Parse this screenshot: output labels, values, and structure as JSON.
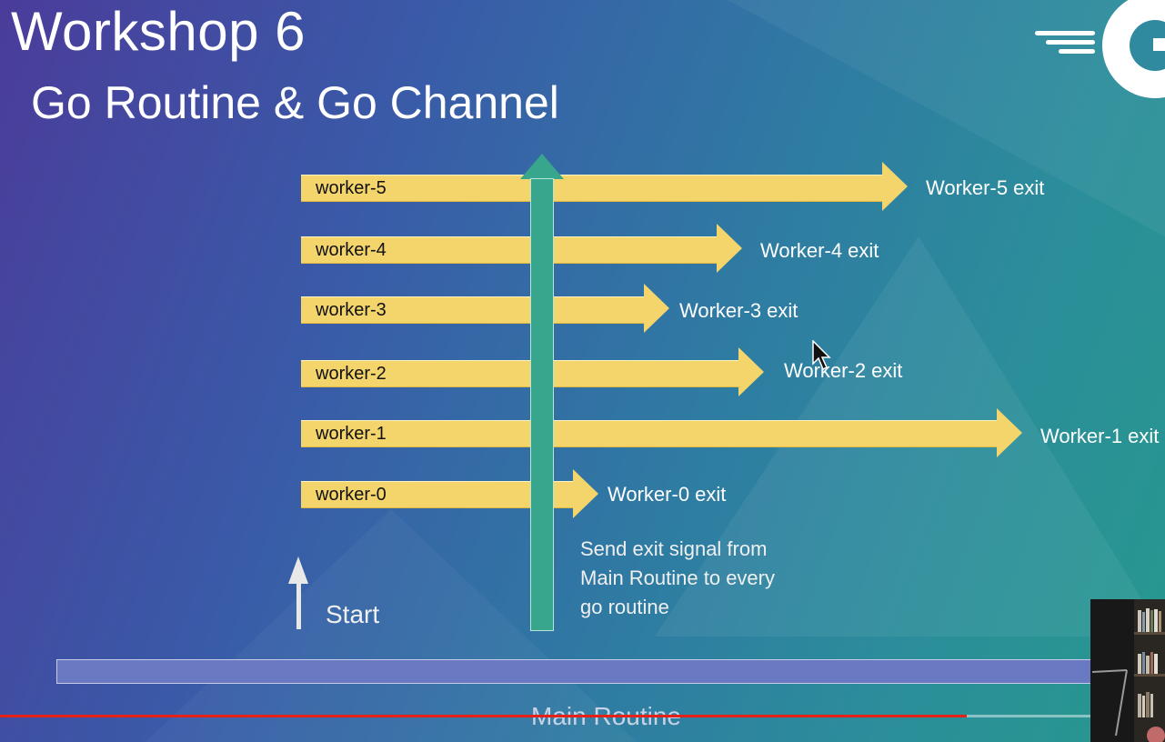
{
  "slide": {
    "title": "Workshop 6",
    "subtitle": "Go Routine & Go Channel"
  },
  "workers": [
    {
      "label": "worker-5",
      "exit": "Worker-5 exit"
    },
    {
      "label": "worker-4",
      "exit": "Worker-4 exit"
    },
    {
      "label": "worker-3",
      "exit": "Worker-3 exit"
    },
    {
      "label": "worker-2",
      "exit": "Worker-2 exit"
    },
    {
      "label": "worker-1",
      "exit": "Worker-1 exit"
    },
    {
      "label": "worker-0",
      "exit": "Worker-0 exit"
    }
  ],
  "signal_text": [
    "Send exit signal from",
    "Main Routine to every",
    "go routine"
  ],
  "start_label": "Start",
  "main_routine_label": "Main Routine",
  "video": {
    "progress": 0.83,
    "progress_color": "#e62117"
  },
  "colors": {
    "worker_bar": "#f3d56b",
    "main_arrow": "#38a68d",
    "main_bar": "#6a7ac2"
  }
}
